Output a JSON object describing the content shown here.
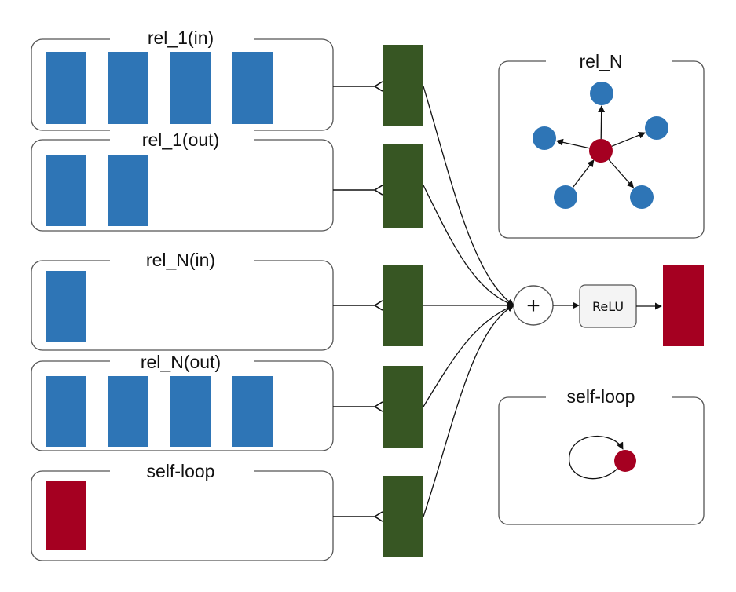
{
  "groups": [
    {
      "label": "rel_1(in)",
      "count": 4,
      "kind": "neighbor"
    },
    {
      "label": "rel_1(out)",
      "count": 2,
      "kind": "neighbor"
    },
    {
      "label": "rel_N(in)",
      "count": 1,
      "kind": "neighbor"
    },
    {
      "label": "rel_N(out)",
      "count": 4,
      "kind": "neighbor"
    },
    {
      "label": "self-loop",
      "count": 1,
      "kind": "self"
    }
  ],
  "sum_symbol": "+",
  "activation": {
    "label": "ReLU"
  },
  "legend_rel": {
    "title": "rel_N",
    "neighbors": 5
  },
  "legend_self": {
    "title": "self-loop"
  },
  "colors": {
    "neighbor": "#2e75b6",
    "self": "#a50021",
    "transform": "#375623",
    "line": "#111111",
    "box_border": "#555555",
    "relu_fill": "#f4f4f4"
  }
}
